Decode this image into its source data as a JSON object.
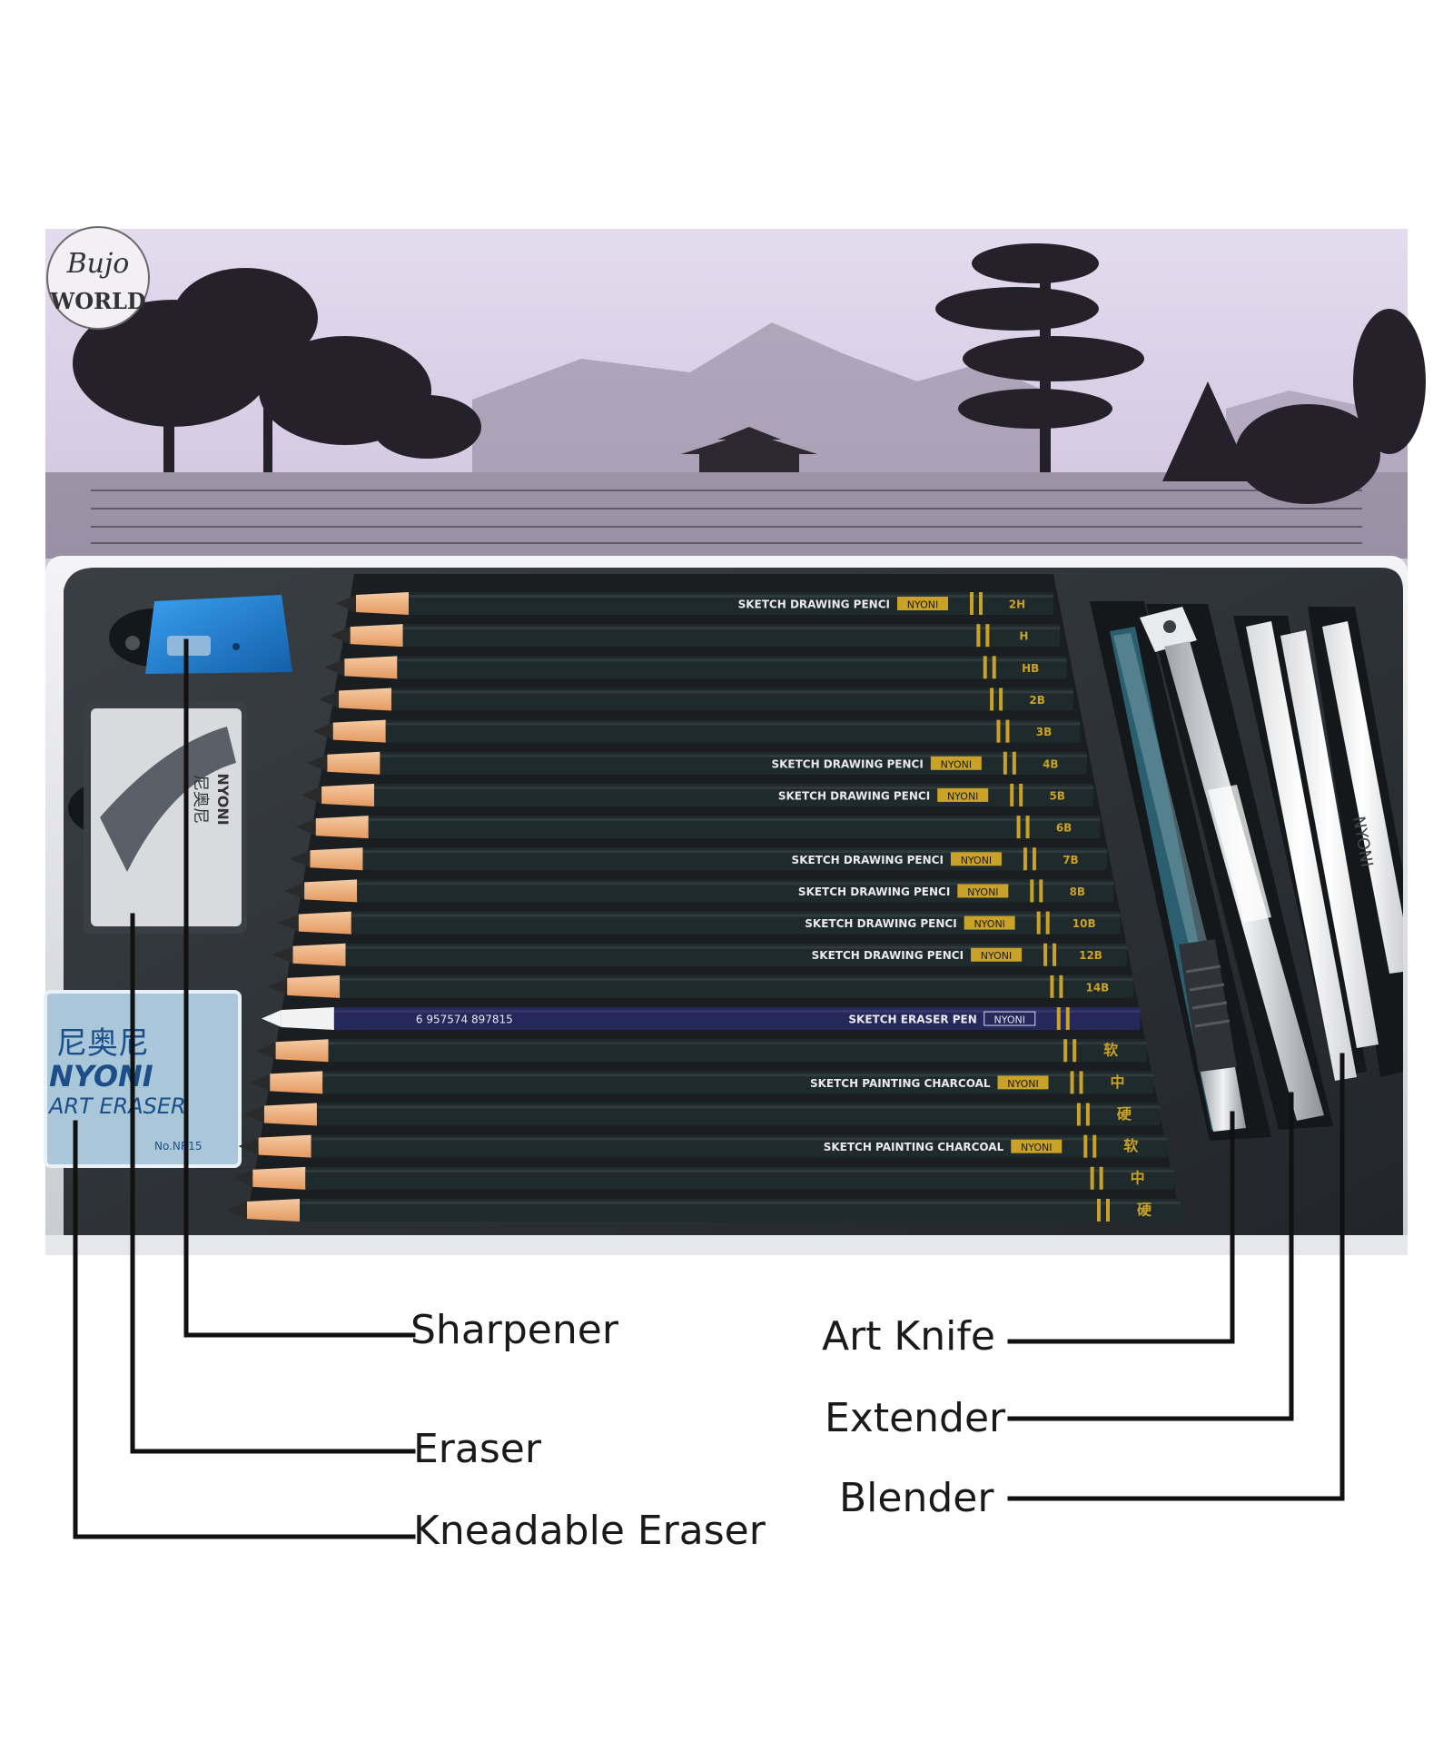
{
  "watermark": {
    "line1": "Bujo",
    "line2": "WORLD"
  },
  "brand": "NYONI",
  "kneadable_pack": {
    "chinese": "尼奥尼",
    "brand": "NYONI",
    "product": "ART ERASER",
    "code": "No.NR15"
  },
  "eraser_pack": {
    "chinese": "尼奥尼",
    "brand": "NYONI"
  },
  "pencils": {
    "drawing_label": "SKETCH DRAWING PENCI",
    "eraser_pen_label": "SKETCH ERASER PEN",
    "charcoal_label": "SKETCH PAINTING CHARCOAL",
    "barcode": "6 957574 897815",
    "grades": [
      "2H",
      "H",
      "HB",
      "2B",
      "3B",
      "4B",
      "5B",
      "6B",
      "7B",
      "8B",
      "10B",
      "12B",
      "14B",
      "",
      "软",
      "中",
      "硬",
      "软",
      "中",
      "硬"
    ]
  },
  "labels": {
    "sharpener": "Sharpener",
    "eraser": "Eraser",
    "kneadable_eraser": "Kneadable Eraser",
    "art_knife": "Art Knife",
    "extender": "Extender",
    "blender": "Blender"
  },
  "colors": {
    "lid": "#d8cde4",
    "tray": "#2b2f33",
    "pencil_body": "#1f2a2c",
    "eraser_pen_body": "#24285a",
    "gold": "#c9a227",
    "sharpener": "#1e78c8",
    "pencil_wood": "#f0b383",
    "leader_line": "#111111"
  }
}
